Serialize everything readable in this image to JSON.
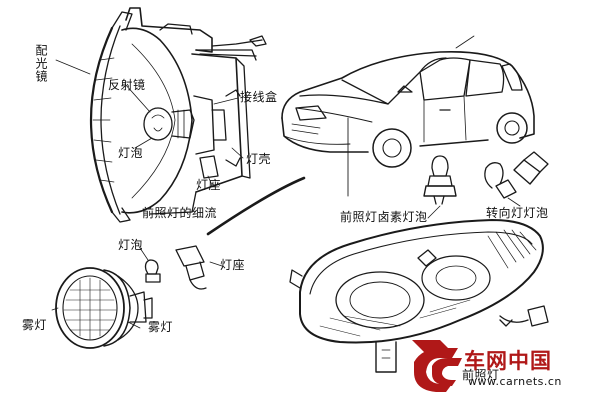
{
  "labels": {
    "reflector_glass": "配光镜",
    "reflector": "反射镜",
    "bulb_top": "灯泡",
    "connector_box": "接线盒",
    "lamp_housing": "灯壳",
    "lamp_holder": "灯座",
    "headlamp_detail": "前照灯的细流",
    "bulb_left": "灯泡",
    "holder_left": "灯座",
    "fog_lamp_left": "雾灯",
    "fog_lamp_right": "雾灯",
    "headlamp_halogen_bulb": "前照灯卤素灯泡",
    "turn_signal_bulb": "转向灯灯泡",
    "front_lamp": "前照灯"
  },
  "watermark": {
    "brand": "车网中国",
    "url": "www.carnets.cn",
    "accent": "#b01818"
  },
  "colors": {
    "line": "#1a1a1a",
    "background": "#ffffff"
  }
}
